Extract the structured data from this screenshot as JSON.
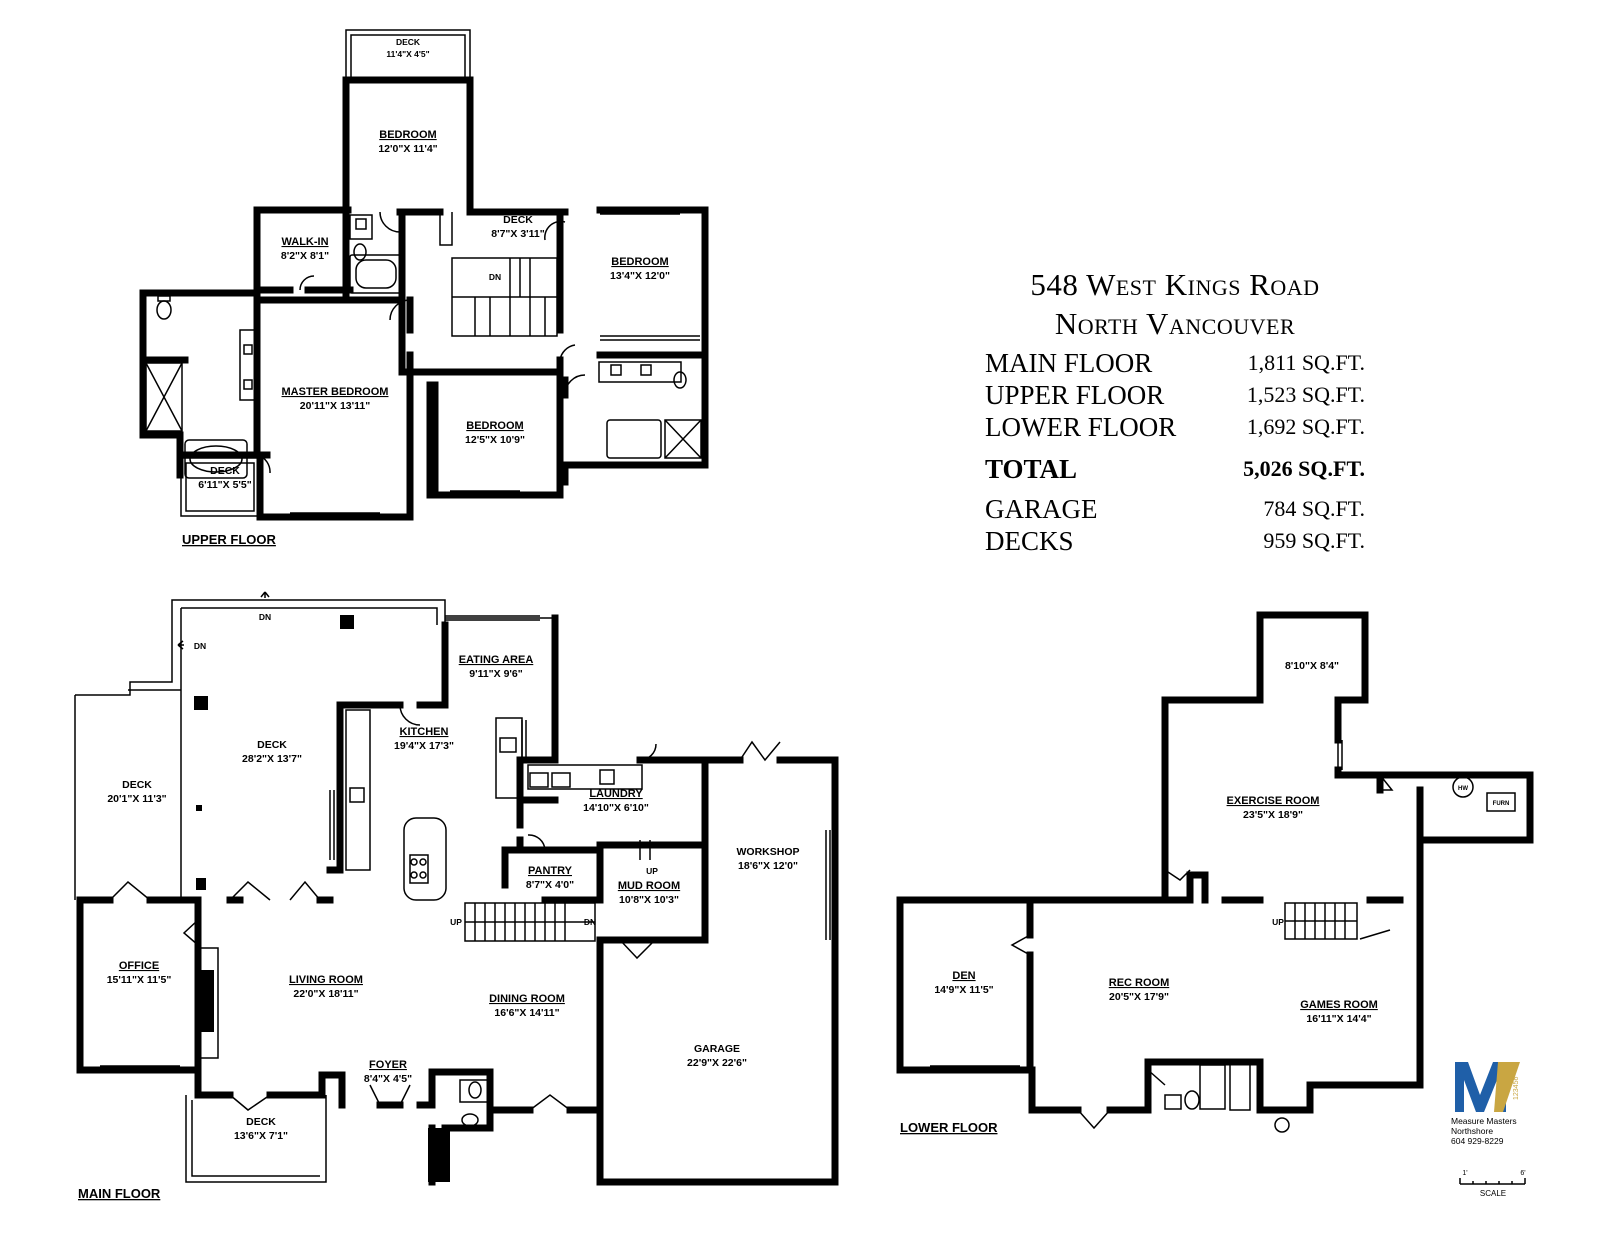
{
  "property": {
    "address_line1": "548 West Kings Road",
    "address_line2": "North Vancouver"
  },
  "areas": [
    {
      "label": "MAIN FLOOR",
      "value": "1,811 SQ.FT."
    },
    {
      "label": "UPPER FLOOR",
      "value": "1,523 SQ.FT."
    },
    {
      "label": "LOWER FLOOR",
      "value": "1,692 SQ.FT."
    }
  ],
  "total": {
    "label": "TOTAL",
    "value": "5,026 SQ.FT."
  },
  "extras": [
    {
      "label": "GARAGE",
      "value": "784 SQ.FT."
    },
    {
      "label": "DECKS",
      "value": "959 SQ.FT."
    }
  ],
  "floors": {
    "upper": "UPPER FLOOR",
    "main": "MAIN FLOOR",
    "lower": "LOWER FLOOR"
  },
  "upper_rooms": {
    "deck_top": {
      "name": "DECK",
      "dim": "11'4\"X 4'5\""
    },
    "bedroom_n": {
      "name": "BEDROOM",
      "dim": "12'0\"X 11'4\""
    },
    "walkin": {
      "name": "WALK-IN",
      "dim": "8'2\"X 8'1\""
    },
    "deck_mid": {
      "name": "DECK",
      "dim": "8'7\"X 3'11\""
    },
    "bedroom_e": {
      "name": "BEDROOM",
      "dim": "13'4\"X 12'0\""
    },
    "master": {
      "name": "MASTER BEDROOM",
      "dim": "20'11\"X 13'11\""
    },
    "bedroom_s": {
      "name": "BEDROOM",
      "dim": "12'5\"X 10'9\""
    },
    "deck_sw": {
      "name": "DECK",
      "dim": "6'11\"X 5'5\""
    }
  },
  "main_rooms": {
    "eating": {
      "name": "EATING AREA",
      "dim": "9'11\"X 9'6\""
    },
    "kitchen": {
      "name": "KITCHEN",
      "dim": "19'4\"X 17'3\""
    },
    "deck_big": {
      "name": "DECK",
      "dim": "28'2\"X 13'7\""
    },
    "deck_w": {
      "name": "DECK",
      "dim": "20'1\"X 11'3\""
    },
    "laundry": {
      "name": "LAUNDRY",
      "dim": "14'10\"X 6'10\""
    },
    "workshop": {
      "name": "WORKSHOP",
      "dim": "18'6\"X 12'0\""
    },
    "pantry": {
      "name": "PANTRY",
      "dim": "8'7\"X 4'0\""
    },
    "mudroom": {
      "name": "MUD ROOM",
      "dim": "10'8\"X 10'3\""
    },
    "office": {
      "name": "OFFICE",
      "dim": "15'11\"X 11'5\""
    },
    "living": {
      "name": "LIVING ROOM",
      "dim": "22'0\"X 18'11\""
    },
    "dining": {
      "name": "DINING ROOM",
      "dim": "16'6\"X 14'11\""
    },
    "foyer": {
      "name": "FOYER",
      "dim": "8'4\"X 4'5\""
    },
    "garage": {
      "name": "GARAGE",
      "dim": "22'9\"X 22'6\""
    },
    "deck_s": {
      "name": "DECK",
      "dim": "13'6\"X 7'1\""
    }
  },
  "lower_rooms": {
    "storage": {
      "dim": "8'10\"X 8'4\""
    },
    "exercise": {
      "name": "EXERCISE ROOM",
      "dim": "23'5\"X 18'9\""
    },
    "den": {
      "name": "DEN",
      "dim": "14'9\"X 11'5\""
    },
    "rec": {
      "name": "REC ROOM",
      "dim": "20'5\"X 17'9\""
    },
    "games": {
      "name": "GAMES ROOM",
      "dim": "16'11\"X 14'4\""
    }
  },
  "marks": {
    "dn": "DN",
    "up": "UP",
    "hw": "HW",
    "furn": "FURN"
  },
  "company": {
    "name": "Measure Masters Northshore",
    "phone": "604 929-8229",
    "logo_digits": "123456"
  },
  "scale": {
    "label": "SCALE",
    "start": "1'",
    "end": "6'"
  }
}
